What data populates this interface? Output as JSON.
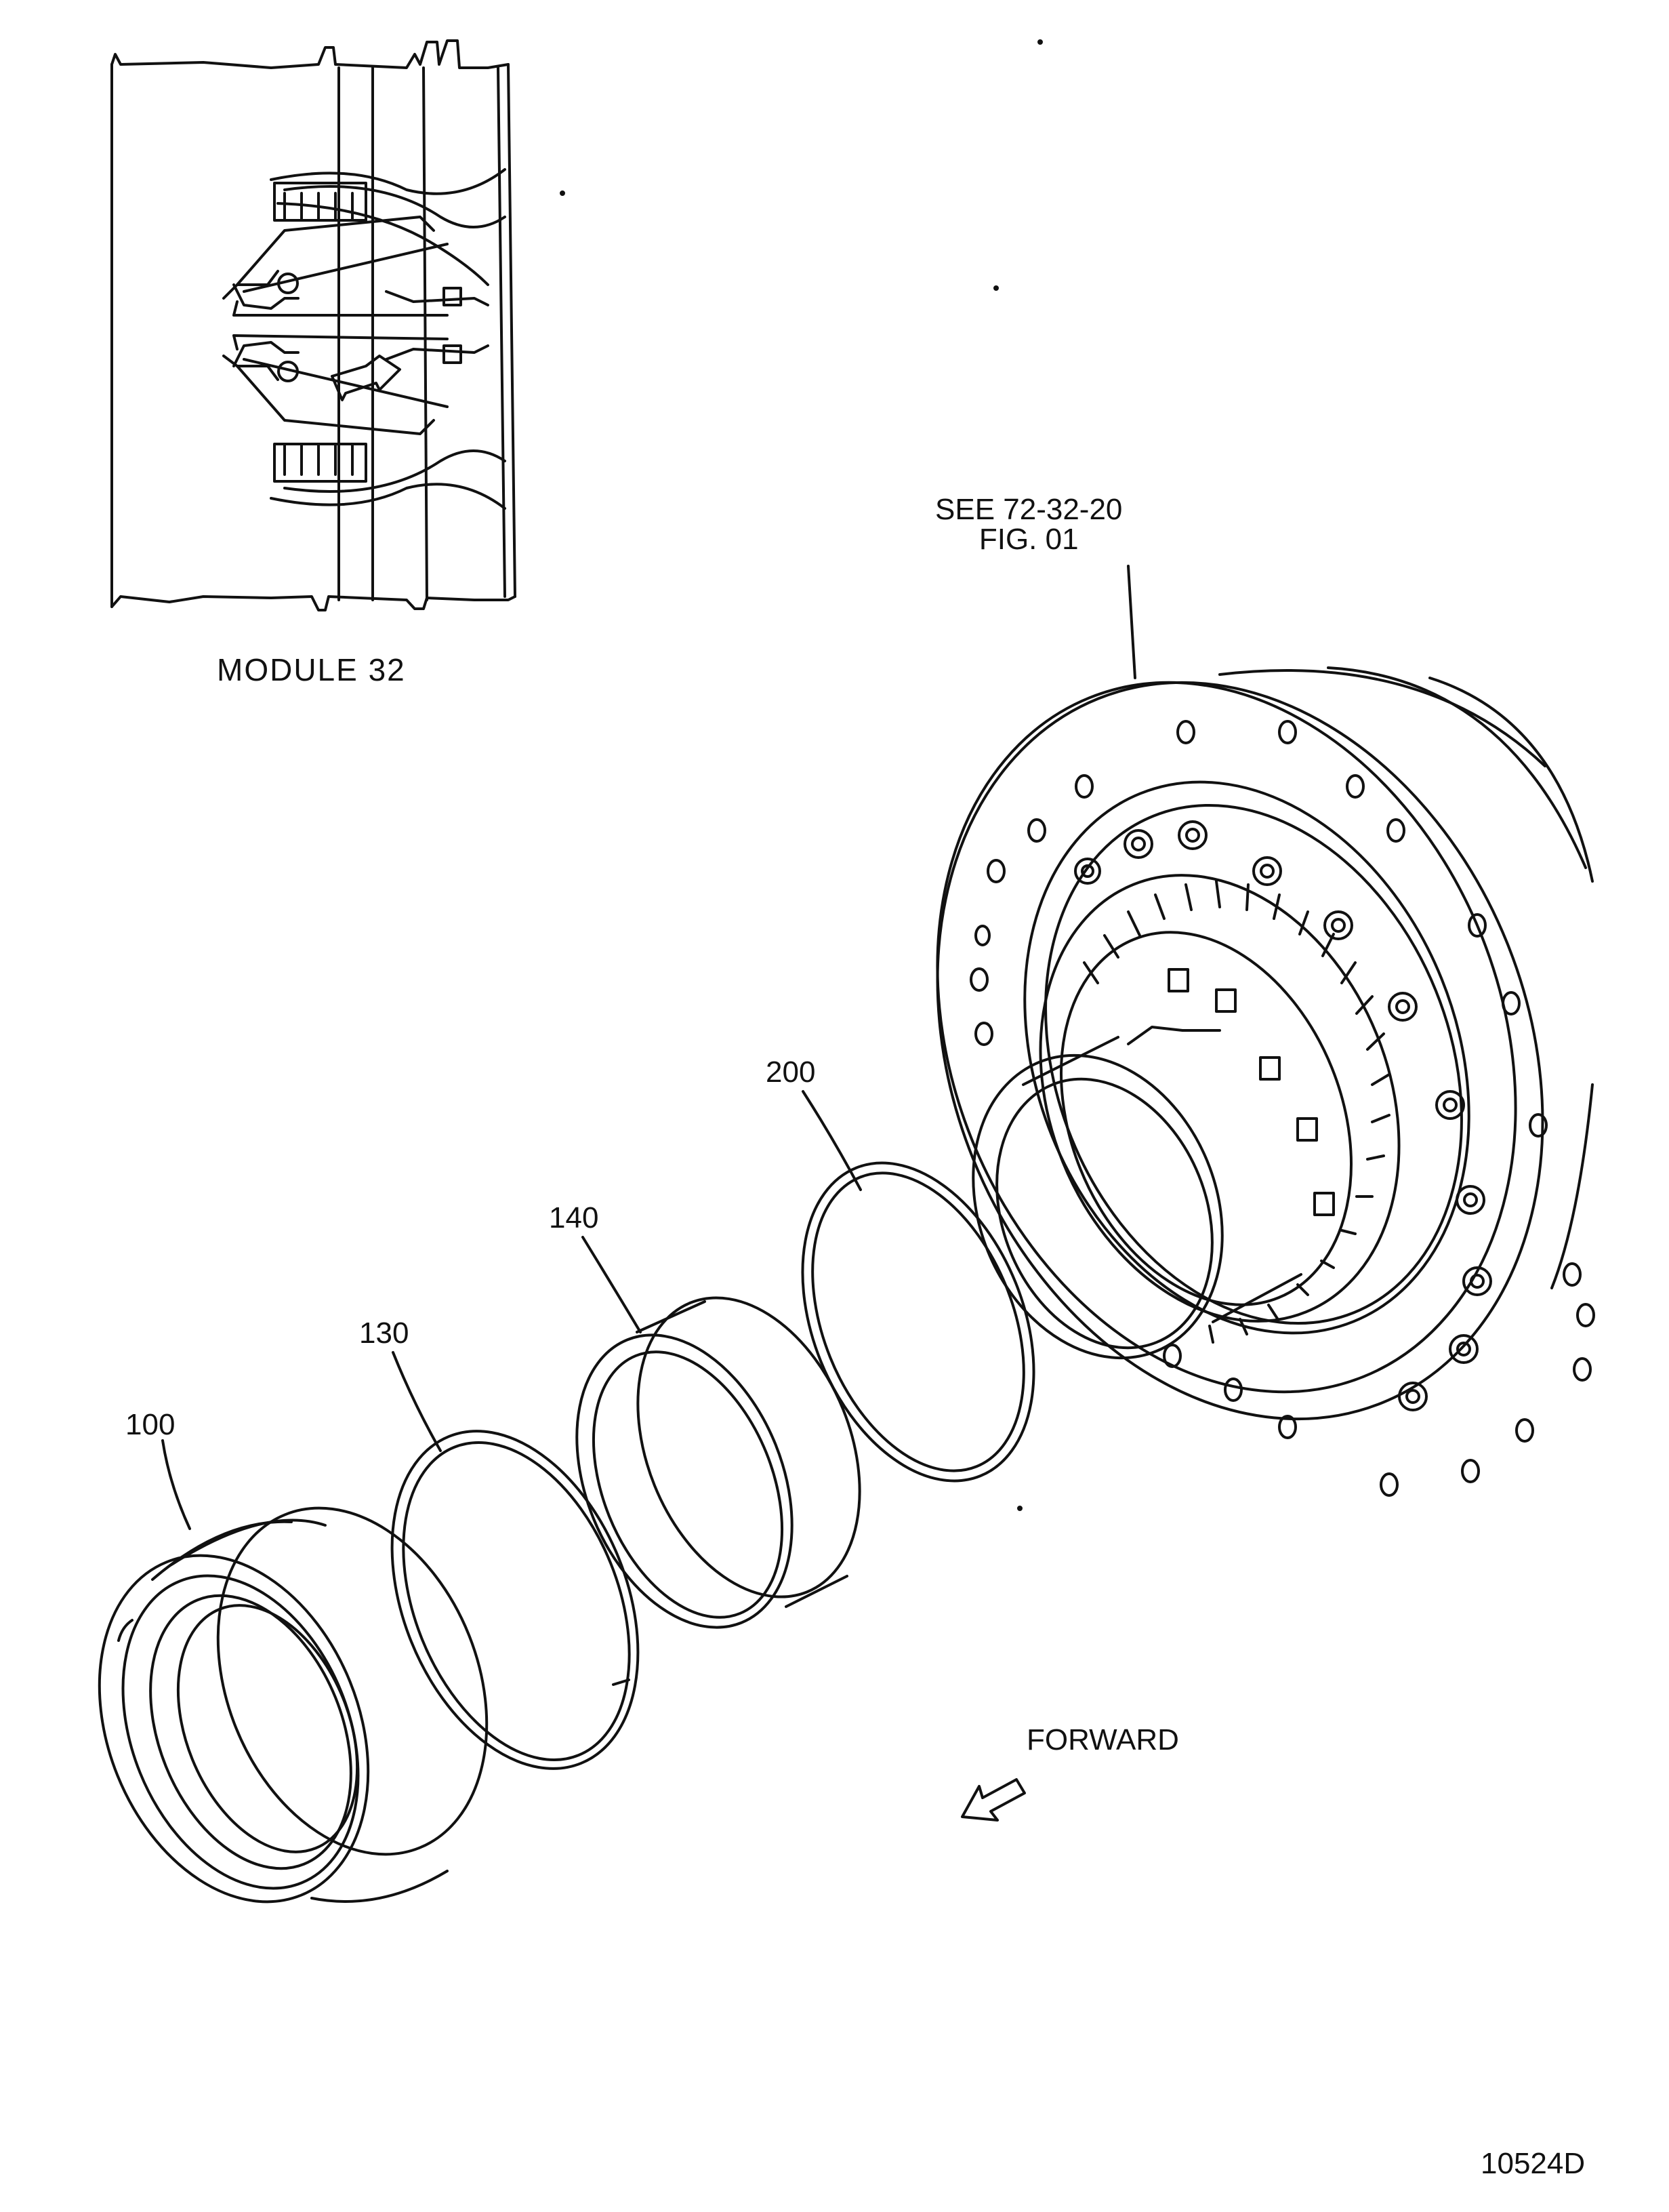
{
  "inset": {
    "caption": "MODULE 32"
  },
  "reference": {
    "line1": "SEE 72-32-20",
    "line2": "FIG. 01"
  },
  "callouts": {
    "p100": "100",
    "p130": "130",
    "p140": "140",
    "p200": "200"
  },
  "direction": {
    "label": "FORWARD"
  },
  "figure": {
    "number": "10524D"
  }
}
